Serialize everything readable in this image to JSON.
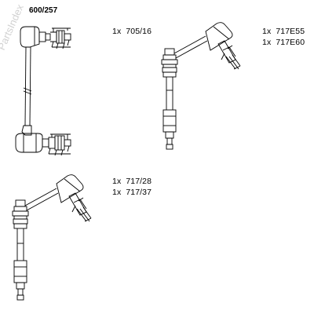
{
  "header": {
    "part_number": "600/257"
  },
  "watermark": {
    "text": "PartsIndex"
  },
  "components": [
    {
      "qty": "1x",
      "code": "705/16"
    },
    {
      "qty": "1x",
      "code": "717E55"
    },
    {
      "qty": "1x",
      "code": "717E60"
    },
    {
      "qty": "1x",
      "code": "717/28"
    },
    {
      "qty": "1x",
      "code": "717/37"
    }
  ]
}
